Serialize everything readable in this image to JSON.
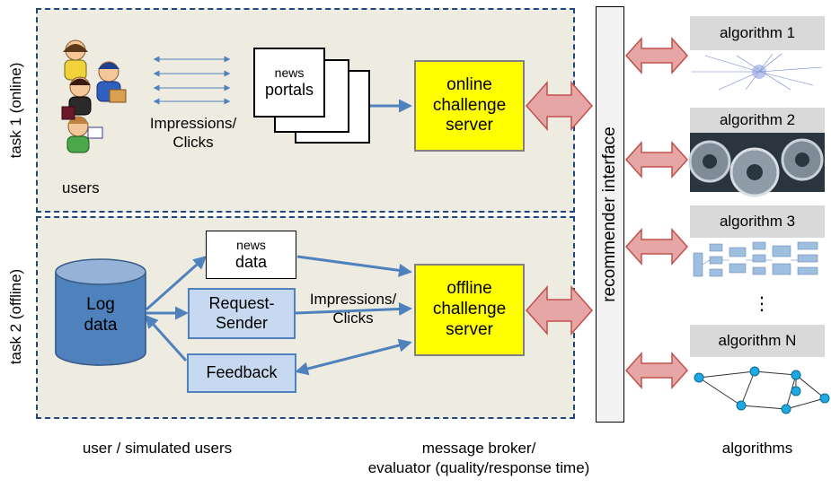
{
  "panels": {
    "task1_label": "task 1 (online)",
    "task2_label": "task 2 (offline)"
  },
  "task1": {
    "users_label": "users",
    "impressions_label": "Impressions/\nClicks",
    "portal_line1": "news",
    "portal_line2": "portals",
    "server_label": "online\nchallenge\nserver"
  },
  "task2": {
    "log_label": "Log\ndata",
    "news_line1": "news",
    "news_line2": "data",
    "request_label": "Request-\nSender",
    "feedback_label": "Feedback",
    "impressions_label": "Impressions/\nClicks",
    "server_label": "offline\nchallenge\nserver"
  },
  "interface_label": "recommender interface",
  "algorithms": [
    {
      "name": "algorithm 1"
    },
    {
      "name": "algorithm 2"
    },
    {
      "name": "algorithm 3"
    },
    {
      "name": "algorithm N"
    }
  ],
  "ellipsis": "⋮",
  "bottom": {
    "left": "user / simulated users",
    "middle": "message broker/\nevaluator (quality/response time)",
    "right": "algorithms"
  },
  "colors": {
    "panel_bg": "#eeece1",
    "panel_border": "#1f497d",
    "server_fill": "#ffff00",
    "blue_box": "#c6d9f1",
    "arrow_blue": "#4f81bd",
    "broker_arrow": "#e6a6a6"
  }
}
